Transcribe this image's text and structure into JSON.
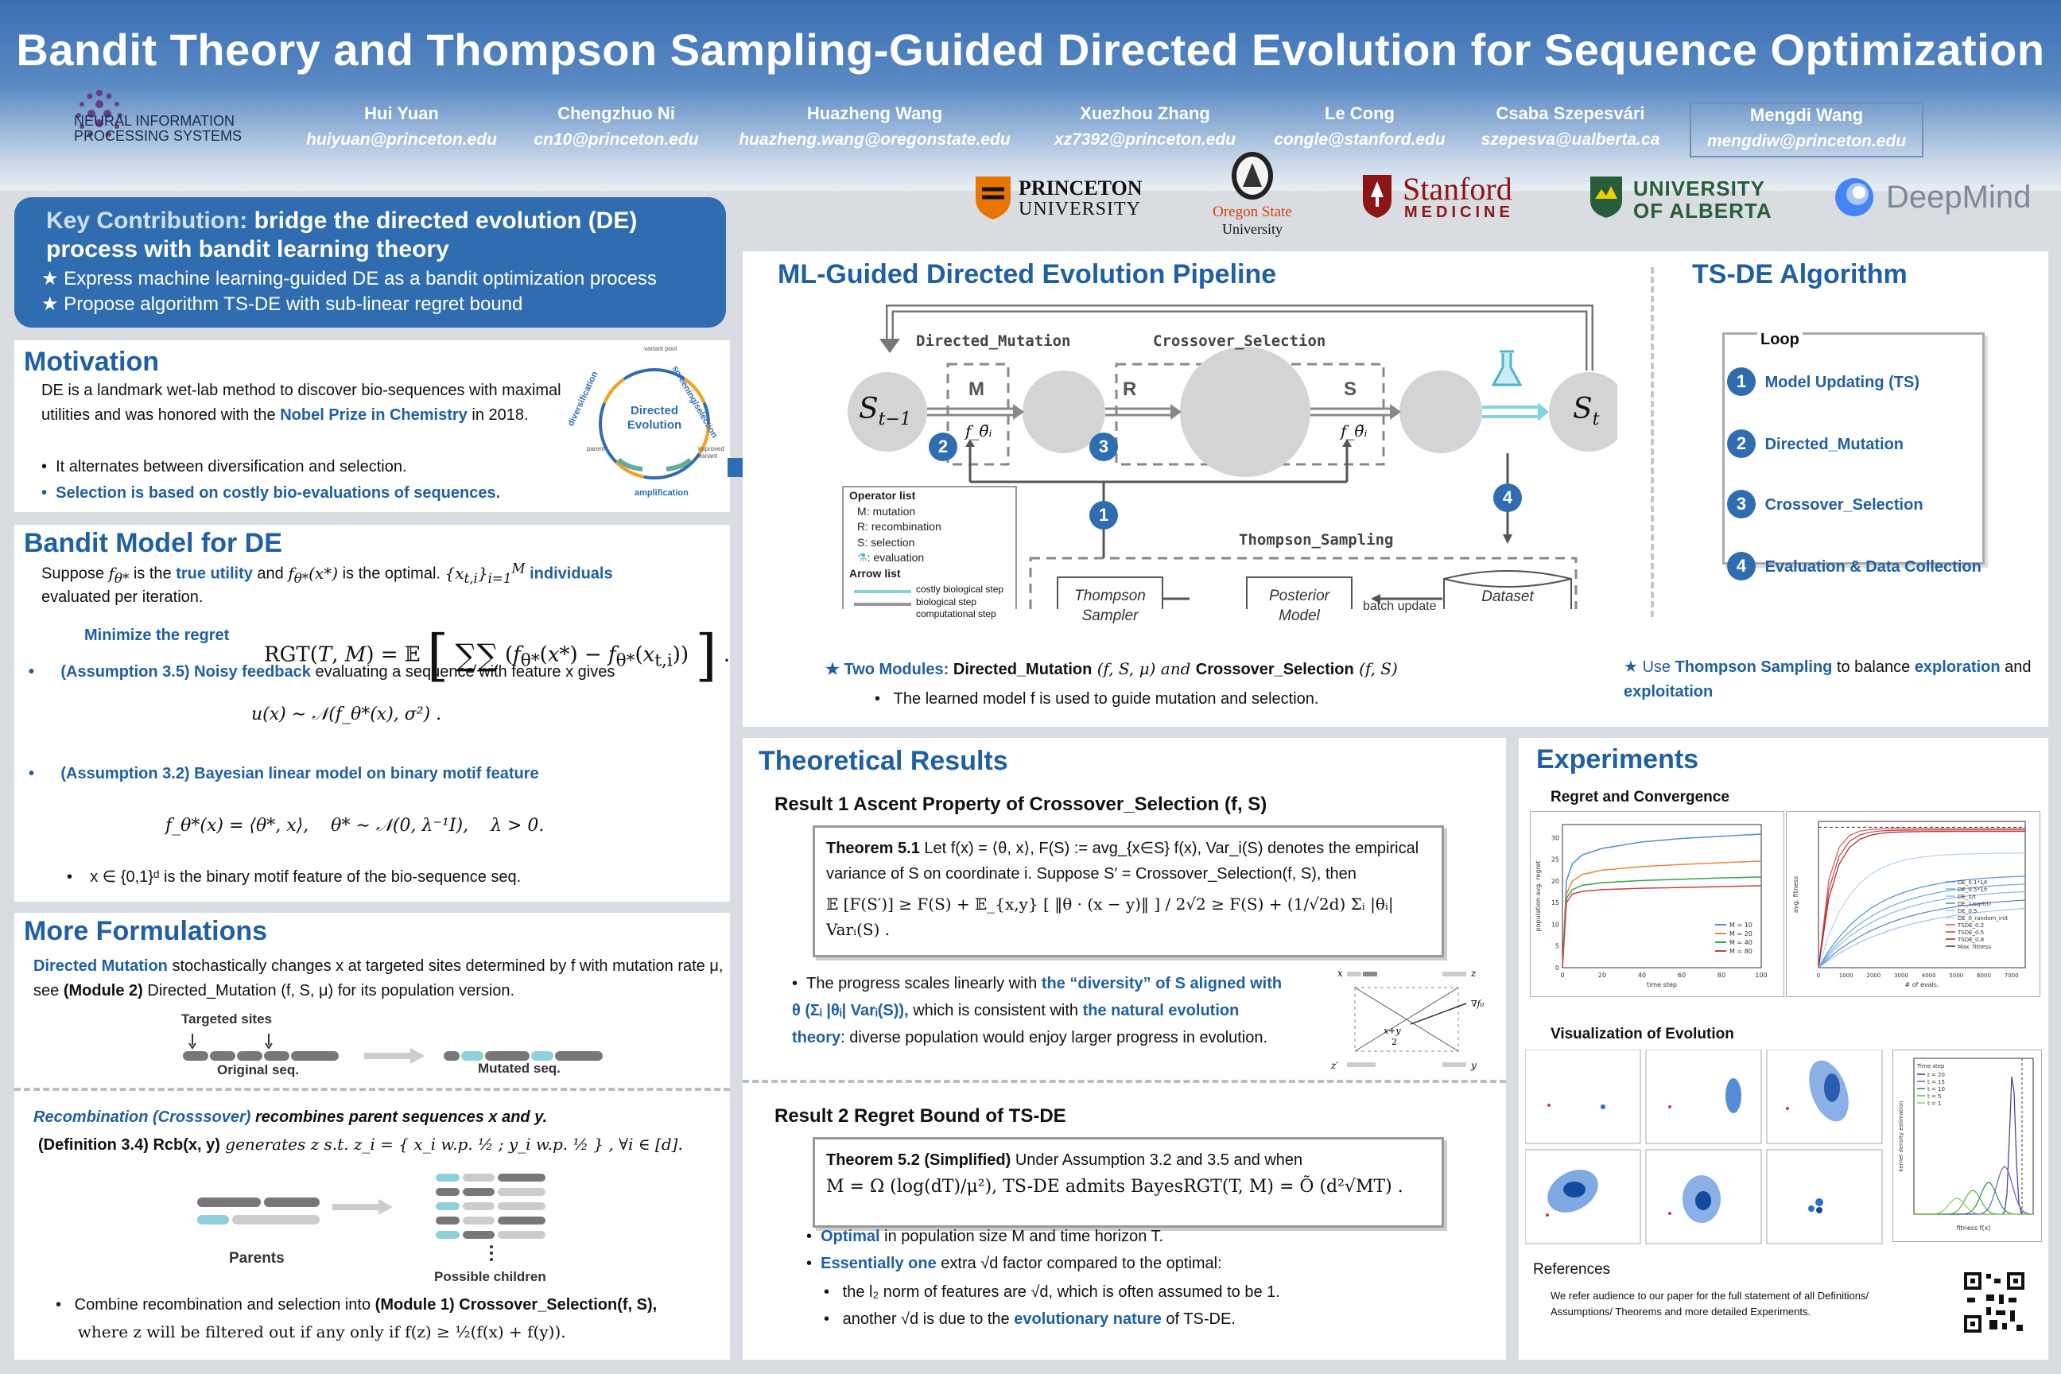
{
  "title": "Bandit Theory and Thompson Sampling-Guided Directed Evolution for Sequence Optimization",
  "venue_logo": "NEURAL INFORMATION PROCESSING SYSTEMS",
  "authors": [
    {
      "name": "Hui Yuan",
      "email": "huiyuan@princeton.edu"
    },
    {
      "name": "Chengzhuo Ni",
      "email": "cn10@princeton.edu"
    },
    {
      "name": "Huazheng Wang",
      "email": "huazheng.wang@oregonstate.edu"
    },
    {
      "name": "Xuezhou Zhang",
      "email": "xz7392@princeton.edu"
    },
    {
      "name": "Le Cong",
      "email": "congle@stanford.edu"
    },
    {
      "name": "Csaba Szepesvári",
      "email": "szepesva@ualberta.ca"
    },
    {
      "name": "Mengdi Wang",
      "email": "mengdiw@princeton.edu"
    }
  ],
  "affiliations": {
    "princeton": [
      "PRINCETON",
      "UNIVERSITY"
    ],
    "oregon": [
      "Oregon State",
      "University"
    ],
    "stanford": [
      "Stanford",
      "MEDICINE"
    ],
    "alberta": [
      "UNIVERSITY",
      "OF ALBERTA"
    ],
    "deepmind": "DeepMind"
  },
  "key": {
    "lead": "Key Contribution:",
    "text": " bridge the directed evolution (DE) process with bandit learning theory",
    "bullets": [
      "★  Express machine learning-guided DE as a bandit optimization process",
      "★  Propose algorithm TS-DE with sub-linear regret bound"
    ]
  },
  "motivation": {
    "title": "Motivation",
    "p1a": "DE is a landmark wet-lab method to discover bio-sequences with maximal utilities and was honored with the ",
    "p1b": "Nobel Prize in Chemistry",
    "p1c": " in 2018.",
    "b1": "It alternates between diversification and selection.",
    "b2": "Selection is based on costly bio-evaluations of sequences.",
    "cycle_center": [
      "Directed",
      "Evolution"
    ],
    "cycle_labels": [
      "diversification",
      "screening/selection",
      "amplification",
      "variant pool",
      "parent",
      "improved variant"
    ]
  },
  "bandit": {
    "title": "Bandit Model for DE",
    "l1a": "Suppose ",
    "l1b": " is the ",
    "l1c": "true utility",
    "l1d": " and ",
    "l1e": " is the optimal. ",
    "l1f": "individuals",
    "l1g": "evaluated per iteration.",
    "regret_label": "Minimize the regret",
    "a35_label": "(Assumption 3.5) Noisy feedback",
    "a35_text": " evaluating a sequence with feature x gives",
    "a35_eq": "u(x) ∼ 𝒩(f_θ*(x), σ²) .",
    "a32_label": "(Assumption 3.2) Bayesian linear model on binary motif feature",
    "a32_eq": "f_θ*(x) = ⟨θ*, x⟩,    θ* ∼ 𝒩(0, λ⁻¹I),    λ > 0.",
    "last": "x ∈ {0,1}ᵈ is the binary motif feature of the bio-sequence seq."
  },
  "formulations": {
    "title": "More Formulations",
    "dm_a": "Directed Mutation",
    "dm_b": " stochastically changes x at targeted sites determined by f with mutation rate μ, see ",
    "dm_c": "(Module 2)",
    "dm_d": "  Directed_Mutation (f, S, μ) for its population version.",
    "targeted": "Targeted sites",
    "original": "Original seq.",
    "mutated": "Mutated seq.",
    "rec_a": "Recombination (Crosssover)",
    "rec_b": " recombines parent sequences x and y.",
    "def_a": "(Definition 3.4) Rcb(x, y)",
    "def_b": " generates z s.t. z_i = { x_i w.p. ½ ; y_i w.p. ½ } , ∀i ∈ [d].",
    "parents": "Parents",
    "children": "Possible children",
    "combine_a": "Combine recombination and selection into ",
    "combine_b": "(Module 1) Crossover_Selection(f, S),",
    "combine_c": "where z will be filtered out if any only if f(z) ≥ ½(f(x) + f(y))."
  },
  "pipeline": {
    "title": "ML-Guided Directed Evolution Pipeline",
    "dm_label": "Directed_Mutation",
    "cs_label": "Crossover_Selection",
    "ts_label": "Thompson_Sampling",
    "M": "M",
    "R": "R",
    "S": "S",
    "s_prev": "S_{t-1}",
    "s_t": "S_t",
    "f_dm": "f_θ̃ᵢ",
    "f_cs": "f_θ̃ᵢ",
    "ts_sampler": [
      "Thompson",
      "Sampler"
    ],
    "post_model": [
      "Posterior",
      "Model"
    ],
    "dataset": "Dataset",
    "batch": "batch update",
    "legend_title": "Operator list",
    "legend_ops": [
      "M: mutation",
      "R: recombination",
      "S: selection",
      ": evaluation"
    ],
    "arrow_title": "Arrow list",
    "arrows": [
      "costly biological step",
      "biological step",
      "computational step"
    ],
    "mod_a": "★  Two Modules: ",
    "mod_b": "Directed_Mutation",
    "mod_c": " (f, S, μ) and ",
    "mod_d": "Crossover_Selection",
    "mod_e": " (f, S)",
    "mod_sub": "The learned model  f  is used to guide mutation and selection.",
    "nums": [
      "1",
      "2",
      "3",
      "4"
    ]
  },
  "tsde": {
    "title": "TS-DE Algorithm",
    "loop": "Loop",
    "steps": [
      "Model Updating (TS)",
      "Directed_Mutation",
      "Crossover_Selection",
      "Evaluation & Data Collection"
    ],
    "note_a": "★   Use ",
    "note_b": "Thompson Sampling",
    "note_c": " to balance ",
    "note_d": "exploration",
    "note_e": " and ",
    "note_f": "exploitation"
  },
  "theory": {
    "title": "Theoretical Results",
    "r1": "Result 1 Ascent Property of Crossover_Selection (f, S)",
    "t51_a": "Theorem 5.1",
    "t51_b": " Let f(x) = ⟨θ, x⟩, F(S) := avg_{x∈S} f(x), Var_i(S) denotes the empirical variance of S on coordinate i. Suppose S′ = Crossover_Selection(f, S), then",
    "t51_eq": "𝔼 [F(S′)] ≥ F(S) + 𝔼_{x,y} [ ‖θ · (x − y)‖ ] / 2√2  ≥ F(S) + (1/√2d) Σᵢ |θᵢ| Varᵢ(S) .",
    "b1_a": "The progress scales linearly with ",
    "b1_b": "the “diversity” of S aligned with θ (Σᵢ |θᵢ| Varᵢ(S)),",
    "b1_c": " which is consistent with ",
    "b1_d": "the natural evolution theory",
    "b1_e": ": diverse population would enjoy larger progress in evolution.",
    "r2": "Result 2 Regret Bound of TS-DE",
    "t52_a": "Theorem 5.2 (Simplified)",
    "t52_b": " Under Assumption 3.2 and 3.5 and when",
    "t52_eq": "M = Ω (log(dT)/μ²), TS-DE admits BayesRGT(T, M) = Õ (d²√MT) .",
    "o1_a": "Optimal",
    "o1_b": " in population size M and time horizon T.",
    "o2_a": "Essentially one",
    "o2_b": " extra √d factor compared to the optimal:",
    "o3": "the l₂ norm of features are √d, which is often assumed to be 1.",
    "o4_a": "another √d is due to the ",
    "o4_b": "evolutionary nature",
    "o4_c": " of TS-DE."
  },
  "experiments": {
    "title": "Experiments",
    "sub1": "Regret and Convergence",
    "sub2": "Visualization of Evolution",
    "refs_title": "References",
    "refs_text": "We refer audience to our paper for the full statement of all Definitions/ Assumptions/ Theorems and more detailed Experiments."
  },
  "chart_data": [
    {
      "type": "line",
      "xlabel": "time step",
      "ylabel": "population avg. regret",
      "xlim": [
        0,
        100
      ],
      "ylim": [
        0,
        33
      ],
      "x": [
        0,
        2,
        5,
        10,
        20,
        40,
        60,
        80,
        100
      ],
      "series": [
        {
          "name": "M = 10",
          "color": "#4a90d9",
          "values": [
            0,
            20,
            24,
            26,
            27.5,
            29,
            29.8,
            30.3,
            30.8
          ]
        },
        {
          "name": "M = 20",
          "color": "#e8883a",
          "values": [
            0,
            17,
            20,
            21.5,
            22.5,
            23.3,
            23.8,
            24.2,
            24.6
          ]
        },
        {
          "name": "M = 40",
          "color": "#3aa14a",
          "values": [
            0,
            16,
            18,
            19,
            19.6,
            20.1,
            20.4,
            20.7,
            20.9
          ]
        },
        {
          "name": "M = 80",
          "color": "#d04040",
          "values": [
            0,
            15,
            17,
            17.6,
            18,
            18.3,
            18.5,
            18.7,
            18.9
          ]
        }
      ],
      "legend": "bottom-right"
    },
    {
      "type": "line",
      "xlabel": "# of evals.",
      "ylabel": "avg. fitness",
      "xlim": [
        0,
        7500
      ],
      "series": [
        {
          "name": "DE_0.1*1/t"
        },
        {
          "name": "DE_0.5*1/t"
        },
        {
          "name": "DE_1/t"
        },
        {
          "name": "DE_1/sqrt(t)"
        },
        {
          "name": "DE_0.5"
        },
        {
          "name": "DE_0_random_init"
        },
        {
          "name": "TSDE_0.2"
        },
        {
          "name": "TSDE_0.5"
        },
        {
          "name": "TSDE_0.8"
        },
        {
          "name": "Max. fitness"
        }
      ],
      "legend": "center-right"
    },
    {
      "type": "line",
      "xlabel": "fitness f(x)",
      "ylabel": "kernel density estimation",
      "series": [
        {
          "name": "t = 20"
        },
        {
          "name": "t = 15"
        },
        {
          "name": "t = 10"
        },
        {
          "name": "t = 5"
        },
        {
          "name": "t = 1"
        }
      ],
      "legend_title": "Time step",
      "legend": "top-left"
    }
  ]
}
